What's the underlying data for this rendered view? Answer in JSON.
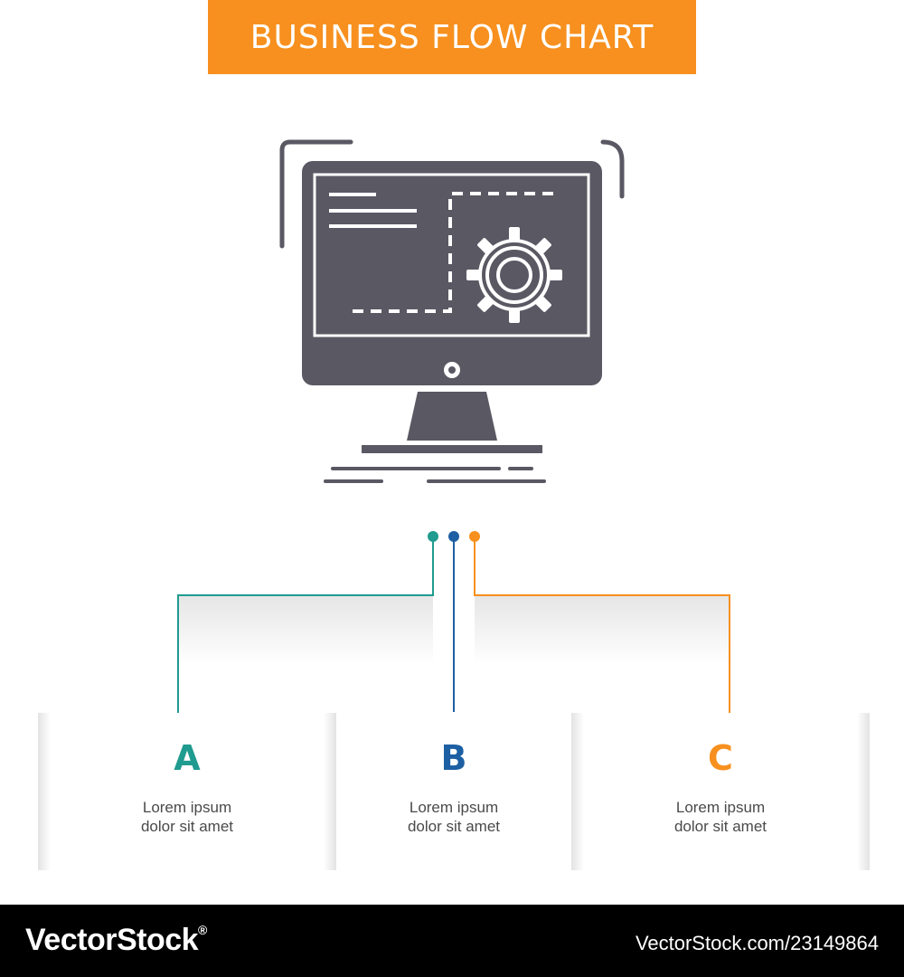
{
  "header": {
    "title": "BUSINESS FLOW CHART"
  },
  "colors": {
    "accent": "#f7901e",
    "a": "#1f9b8f",
    "b": "#1d5fa3",
    "c": "#f7901e",
    "icon": "#5a5863"
  },
  "icon": {
    "name": "computer-settings-icon"
  },
  "steps": [
    {
      "letter": "A",
      "line1": "Lorem ipsum",
      "line2": "dolor sit amet"
    },
    {
      "letter": "B",
      "line1": "Lorem ipsum",
      "line2": "dolor sit amet"
    },
    {
      "letter": "C",
      "line1": "Lorem ipsum",
      "line2": "dolor sit amet"
    }
  ],
  "footer": {
    "brand": "VectorStock",
    "registered": "®",
    "id": "VectorStock.com/23149864"
  }
}
